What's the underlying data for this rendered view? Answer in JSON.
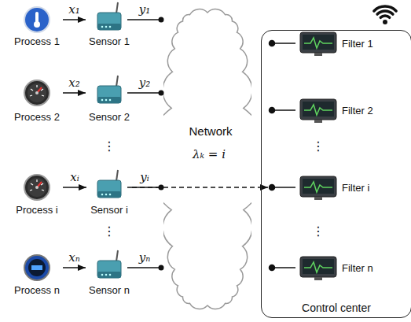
{
  "diagram": {
    "nodes": [
      {
        "text": [
          "Process 1"
        ]
      },
      {
        "text": [
          "Sensor 1"
        ]
      },
      {
        "text": [
          "Process 2"
        ]
      },
      {
        "text": [
          "Sensor 2"
        ]
      },
      {
        "text": [
          "Process i"
        ]
      },
      {
        "text": [
          "Sensor i"
        ]
      },
      {
        "text": [
          "Process n"
        ]
      },
      {
        "text": [
          "Sensor n"
        ]
      },
      {
        "text": [
          "Network"
        ]
      },
      {
        "text": [
          "Control center"
        ]
      },
      {
        "text": [
          "Filter 1"
        ],
        "in": 9
      },
      {
        "text": [
          "Filter 2"
        ],
        "in": 9
      },
      {
        "text": [
          "Filter i"
        ],
        "in": 9
      },
      {
        "text": [
          "Filter n"
        ],
        "in": 9
      }
    ],
    "edges": [
      {
        "from": 0,
        "to": 1,
        "arrow": "to",
        "label": "x₁"
      },
      {
        "from": 2,
        "to": 3,
        "arrow": "to",
        "label": "x₂"
      },
      {
        "from": 4,
        "to": 5,
        "arrow": "to",
        "label": "xᵢ"
      },
      {
        "from": 6,
        "to": 7,
        "arrow": "to",
        "label": "xₙ"
      },
      {
        "from": 5,
        "to": 12,
        "arrow": "to",
        "label": "λₖ = i"
      }
    ],
    "labels": [
      "y₁",
      "y₂",
      "yᵢ",
      "yₙ",
      "⋮",
      "⋮",
      "⋮",
      "⋮"
    ]
  }
}
